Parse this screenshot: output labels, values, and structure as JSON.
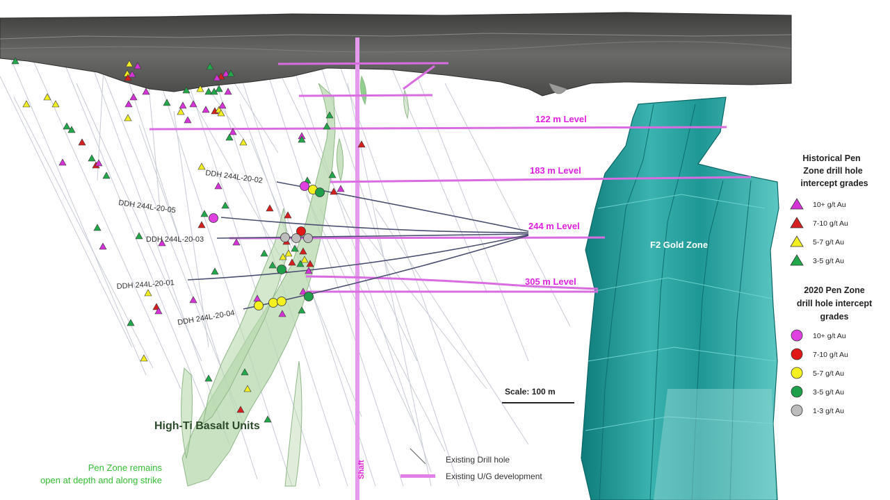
{
  "levels": [
    {
      "name": "122 m Level"
    },
    {
      "name": "183 m Level"
    },
    {
      "name": "244 m Level"
    },
    {
      "name": "305 m Level"
    }
  ],
  "drill_holes": [
    {
      "name": "DDH 244L-20-02"
    },
    {
      "name": "DDH 244L-20-05"
    },
    {
      "name": "DDH 244L-20-03"
    },
    {
      "name": "DDH 244L-20-01"
    },
    {
      "name": "DDH 244L-20-04"
    }
  ],
  "labels": {
    "shaft": "Shaft",
    "f2_zone": "F2 Gold Zone",
    "basalt": "High-Ti Basalt Units",
    "note_line1": "Pen Zone remains",
    "note_line2": "open at depth and along strike",
    "scale": "Scale: 100 m"
  },
  "legend_historical": {
    "title_lines": [
      "Historical Pen",
      "Zone drill hole",
      "intercept grades"
    ],
    "items": [
      {
        "label": "10+ g/t Au",
        "color": "#d633d6"
      },
      {
        "label": "7-10 g/t Au",
        "color": "#d62020"
      },
      {
        "label": "5-7 g/t Au",
        "color": "#f2ee22"
      },
      {
        "label": "3-5 g/t Au",
        "color": "#22a84a"
      }
    ]
  },
  "legend_2020": {
    "title_lines": [
      "2020 Pen Zone",
      "drill hole intercept",
      "grades"
    ],
    "items": [
      {
        "label": "10+ g/t Au",
        "color": "#e040e0"
      },
      {
        "label": "7-10 g/t Au",
        "color": "#e01818"
      },
      {
        "label": "5-7 g/t Au",
        "color": "#f5f020"
      },
      {
        "label": "3-5 g/t Au",
        "color": "#1ea04a"
      },
      {
        "label": "1-3 g/t Au",
        "color": "#bcbcbc"
      }
    ]
  },
  "legend_bottom": {
    "drill_hole": "Existing Drill hole",
    "development": "Existing U/G development"
  },
  "colors": {
    "development": "#e080e8",
    "level_text": "#e020e0",
    "teal": "#2aa5a3",
    "surface": "#5a5a58",
    "drill_line": "#c8ccd6",
    "hole_trace": "#4a4e70",
    "basalt": "#b8d8b0",
    "note_green": "#33bb33"
  }
}
